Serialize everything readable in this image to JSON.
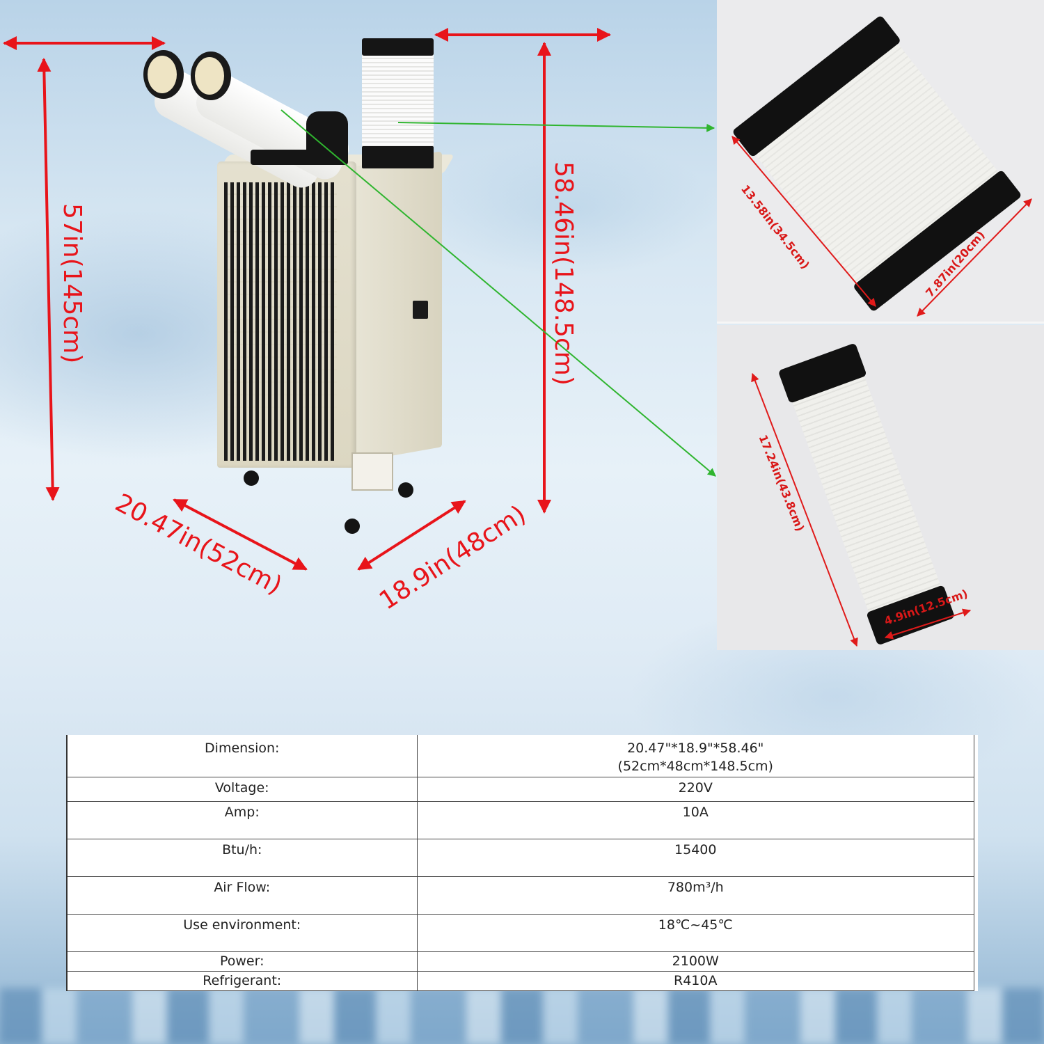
{
  "product": {
    "dimension_labels": {
      "total_height": "57in(145cm)",
      "duct_height": "58.46in(148.5cm)",
      "width": "20.47in(52cm)",
      "depth": "18.9in(48cm)"
    }
  },
  "detail_panels": [
    {
      "name": "short-exhaust-duct",
      "length_label": "13.58in(34.5cm)",
      "diameter_label": "7.87in(20cm)"
    },
    {
      "name": "long-cooling-duct",
      "length_label": "17.24in(43.8cm)",
      "diameter_label": "4.9in(12.5cm)"
    }
  ],
  "colors": {
    "dimension_red": "#e8141a",
    "pointer_green": "#2fb52f",
    "unit_beige": "#dcd7c2"
  },
  "spec_table": {
    "rows": [
      {
        "label": "Dimension:",
        "value": "20.47\"*18.9\"*58.46\"",
        "value_line2": "(52cm*48cm*148.5cm)"
      },
      {
        "label": "Voltage:",
        "value": "220V"
      },
      {
        "label": "Amp:",
        "value": "10A"
      },
      {
        "label": "Btu/h:",
        "value": "15400"
      },
      {
        "label": "Air Flow:",
        "value": "780m³/h"
      },
      {
        "label": "Use environment:",
        "value": "18℃~45℃"
      },
      {
        "label": "Power:",
        "value": "2100W"
      },
      {
        "label": "Refrigerant:",
        "value": "R410A"
      }
    ]
  }
}
